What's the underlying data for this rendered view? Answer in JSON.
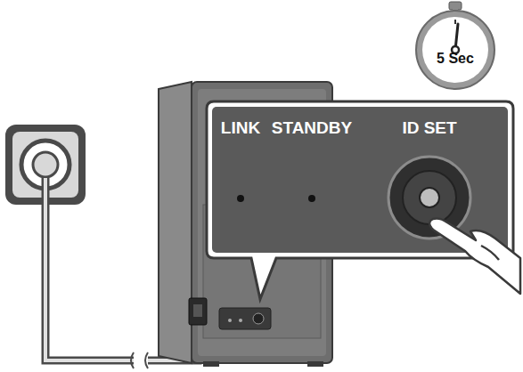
{
  "diagram": {
    "nodes": [
      {
        "text": [
          "LINK",
          "STANDBY",
          "ID SET"
        ]
      },
      {
        "text": [
          "5 Sec"
        ]
      }
    ]
  }
}
